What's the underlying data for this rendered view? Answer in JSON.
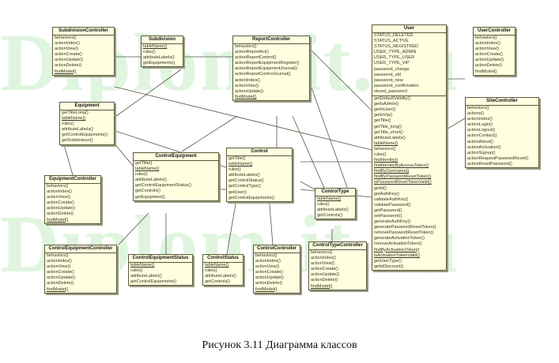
{
  "watermark": "Diplom-it.ru",
  "caption": "Рисунок 3.11 Диаграмма классов",
  "classes": {
    "subdivision_controller": {
      "name": "SubdivisionController",
      "items": [
        "behaviors()",
        "actionIndex()",
        "actionView()",
        "actionCreate()",
        "actionUpdate()",
        "actionDelete()",
        "findModel()"
      ]
    },
    "subdivision": {
      "name": "Subdivision",
      "items": [
        "tableName()",
        "rules()",
        "attributeLabels()",
        "getEquipments()"
      ]
    },
    "report_controller": {
      "name": "ReportController",
      "items": [
        "behaviors()",
        "actionReportAct()",
        "actionReportControl()",
        "actionReportEquipmentRegister()",
        "actionReportEquipmentJournal()",
        "actionReportControlJournal()",
        "actionIndex()",
        "actionView()",
        "actionUpdate()",
        "findModel()"
      ]
    },
    "user": {
      "name": "User",
      "attributes": [
        "STATUS_DELETED",
        "STATUS_ACTIVE",
        "STATUS_REGISTRED",
        "USER_TYPE_ADMIN",
        "USER_TYPE_USER",
        "USER_TYPE_VIP",
        "password_change",
        "password_old",
        "password_new",
        "password_confirmation",
        "stored_password"
      ],
      "items": [
        "getDefaultValidity()",
        "getIsAdmin()",
        "getIsUser()",
        "getIsVip()",
        "getTitle()",
        "getTitle_long()",
        "getTitle_short()",
        "attributeLabels()",
        "tableName()",
        "behaviors()",
        "rules()",
        "findIdentity()",
        "findIdentityByAccessToken()",
        "findByUsername()",
        "findByPasswordResetToken()",
        "isPasswordResetTokenValid()",
        "getId()",
        "getAuthKey()",
        "validateAuthKey()",
        "validatePassword()",
        "getPassword()",
        "setPassword()",
        "generateAuthKey()",
        "generatePasswordResetToken()",
        "removePasswordResetToken()",
        "generateActivationToken()",
        "removeActivationToken()",
        "findByActivationToken()",
        "isActivationTokenValid()",
        "getUserType()",
        "getIdDiscount()"
      ]
    },
    "user_controller": {
      "name": "UserController",
      "items": [
        "behaviors()",
        "actionIndex()",
        "actionView()",
        "actionCreate()",
        "actionUpdate()",
        "actionDelete()",
        "findModel()"
      ]
    },
    "equipment": {
      "name": "Equipment",
      "items": [
        "getTitleLong()",
        "tableName()",
        "rules()",
        "attributeLabels()",
        "getControlEquipments()",
        "getSubdivision()"
      ]
    },
    "site_controller": {
      "name": "SiteController",
      "items": [
        "behaviors()",
        "actions()",
        "actionIndex()",
        "actionLogin()",
        "actionLogout()",
        "actionContact()",
        "actionAbout()",
        "actionActivation()",
        "actionSignup()",
        "actionRequestPasswordReset()",
        "actionResetPassword()"
      ]
    },
    "control": {
      "name": "Control",
      "items": [
        "getTitle()",
        "tableName()",
        "rules()",
        "attributeLabels()",
        "getControlStatus()",
        "getControlType()",
        "getUser()",
        "getControlEquipments()"
      ]
    },
    "control_equipment": {
      "name": "ControlEquipment",
      "items": [
        "getTitle()",
        "tableName()",
        "rules()",
        "attributeLabels()",
        "getControlEquipmentStatus()",
        "getControls()",
        "getEquipment()"
      ]
    },
    "equipment_controller": {
      "name": "EquipmentController",
      "items": [
        "behaviors()",
        "actionIndex()",
        "actionView()",
        "actionCreate()",
        "actionUpdate()",
        "actionDelete()",
        "findModel()"
      ]
    },
    "control_type": {
      "name": "ControlType",
      "items": [
        "tableName()",
        "rules()",
        "attributeLabels()",
        "getControls()"
      ]
    },
    "control_type_controller": {
      "name": "ControlTypeController",
      "items": [
        "behaviors()",
        "actionIndex()",
        "actionView()",
        "actionCreate()",
        "actionUpdate()",
        "actionDelete()",
        "findModel()"
      ]
    },
    "control_equipment_controller": {
      "name": "ControlEquipmentController",
      "items": [
        "behaviors()",
        "actionIndex()",
        "actionView()",
        "actionCreate()",
        "actionUpdate()",
        "actionDelete()",
        "findModel()"
      ]
    },
    "control_equipment_status": {
      "name": "ControlEquipmentStatus",
      "items": [
        "tableName()",
        "rules()",
        "attributeLabels()",
        "getControlEquipments()"
      ]
    },
    "control_status": {
      "name": "ControlStatus",
      "items": [
        "tableName()",
        "rules()",
        "attributeLabels()",
        "getControls()"
      ]
    },
    "control_controller": {
      "name": "ControlController",
      "items": [
        "behaviors()",
        "actionIndex()",
        "actionView()",
        "actionCreate()",
        "actionUpdate()",
        "actionDelete()",
        "findModel()"
      ]
    }
  }
}
